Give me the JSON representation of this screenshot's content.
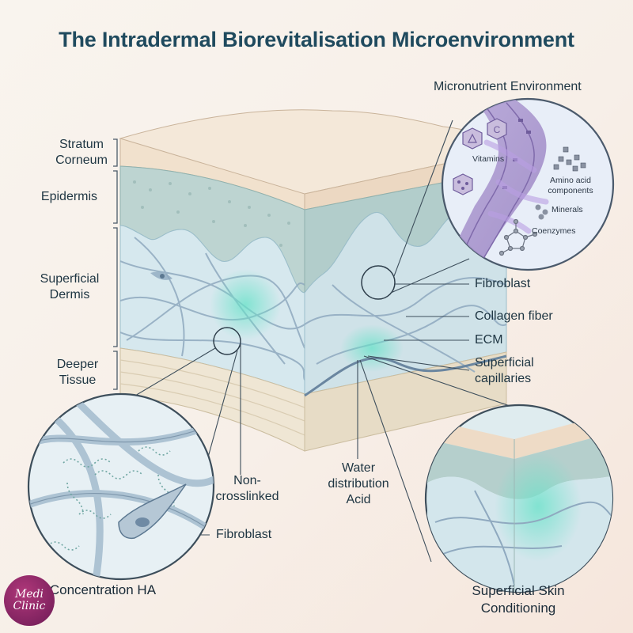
{
  "title": "The Intradermal Biorevitalisation Microenvironment",
  "layers": {
    "stratum_corneum": [
      "Stratum",
      "Corneum"
    ],
    "epidermis": "Epidermis",
    "superficial_dermis": [
      "Superficial",
      "Dermis"
    ],
    "deeper_tissue": [
      "Deeper",
      "Tissue"
    ]
  },
  "right_labels": {
    "fibroblast": "Fibroblast",
    "collagen_fiber": "Collagen fiber",
    "ecm": "ECM",
    "capillaries": [
      "Superficial",
      "capillaries"
    ]
  },
  "micronutrient": {
    "heading": "Micronutrient Environment",
    "vitamins": "Vitamins",
    "amino": [
      "Amino acid",
      "components"
    ],
    "minerals": "Minerals",
    "coenzymes": "Coenzymes"
  },
  "center_labels": {
    "non_crosslinked": [
      "Non-",
      "crosslinked"
    ],
    "water": [
      "Water",
      "distribution",
      "Acid"
    ]
  },
  "inset_left": {
    "fibroblast": "Fibroblast",
    "caption": "Low-Concentration HA"
  },
  "inset_right": {
    "caption": [
      "Superficial Skin",
      "Conditioning"
    ]
  },
  "logo": [
    "Medi",
    "Clinic"
  ],
  "colors": {
    "title": "#1f4a5e",
    "stratum": "#efdcc7",
    "epidermis": "#bcd3d0",
    "dermis": "#d4e6ec",
    "deeper": "#efe6d4",
    "accent_teal": "#66e2c8",
    "micronutrient_purple": "#a895cc",
    "logo": "#8a2466"
  }
}
